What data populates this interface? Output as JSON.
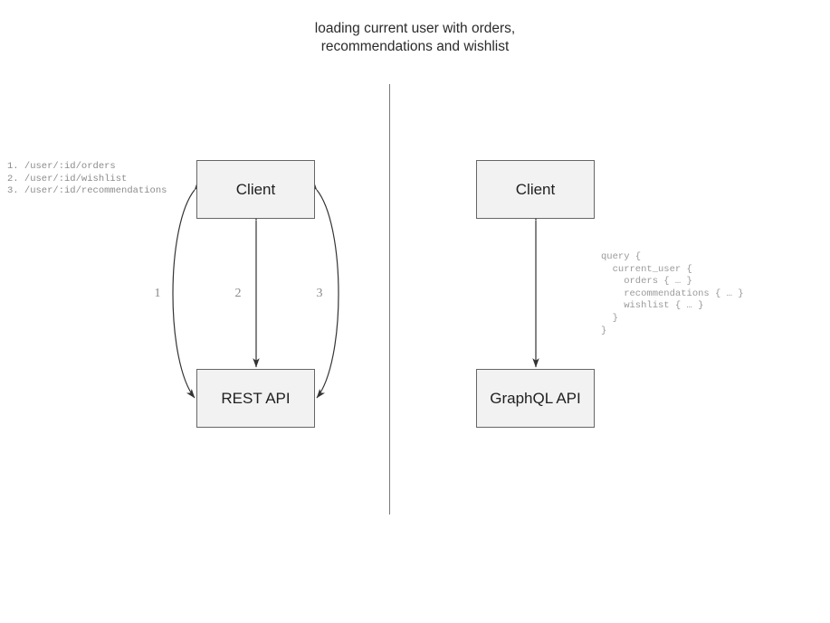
{
  "title": "loading current user with orders,\nrecommendations and wishlist",
  "divider": {
    "present": true
  },
  "colors": {
    "node_fill": "#f2f2f2",
    "node_border": "#666666",
    "arrow": "#333333",
    "muted_text": "#8c8c8c",
    "title_text": "#2b2b2b",
    "divider": "#7a7a7a"
  },
  "rest_side": {
    "client_label": "Client",
    "api_label": "REST API",
    "endpoints": [
      "1. /user/:id/orders",
      "2. /user/:id/wishlist",
      "3. /user/:id/recommendations"
    ],
    "endpoints_text": "1. /user/:id/orders\n2. /user/:id/wishlist\n3. /user/:id/recommendations",
    "arrow_numbers": [
      "1",
      "2",
      "3"
    ],
    "arrows": [
      {
        "id": "1",
        "style": "curved-left",
        "direction": "bidirectional"
      },
      {
        "id": "2",
        "style": "straight",
        "direction": "bidirectional"
      },
      {
        "id": "3",
        "style": "curved-right",
        "direction": "bidirectional"
      }
    ]
  },
  "graphql_side": {
    "client_label": "Client",
    "api_label": "GraphQL API",
    "query_text": "query {\n  current_user {\n    orders { … }\n    recommendations { … }\n    wishlist { … }\n  }\n}",
    "query_lines": [
      "query {",
      "  current_user {",
      "    orders { … }",
      "    recommendations { … }",
      "    wishlist { … }",
      "  }",
      "}"
    ],
    "arrows": [
      {
        "id": "gql",
        "style": "straight",
        "direction": "bidirectional"
      }
    ]
  }
}
